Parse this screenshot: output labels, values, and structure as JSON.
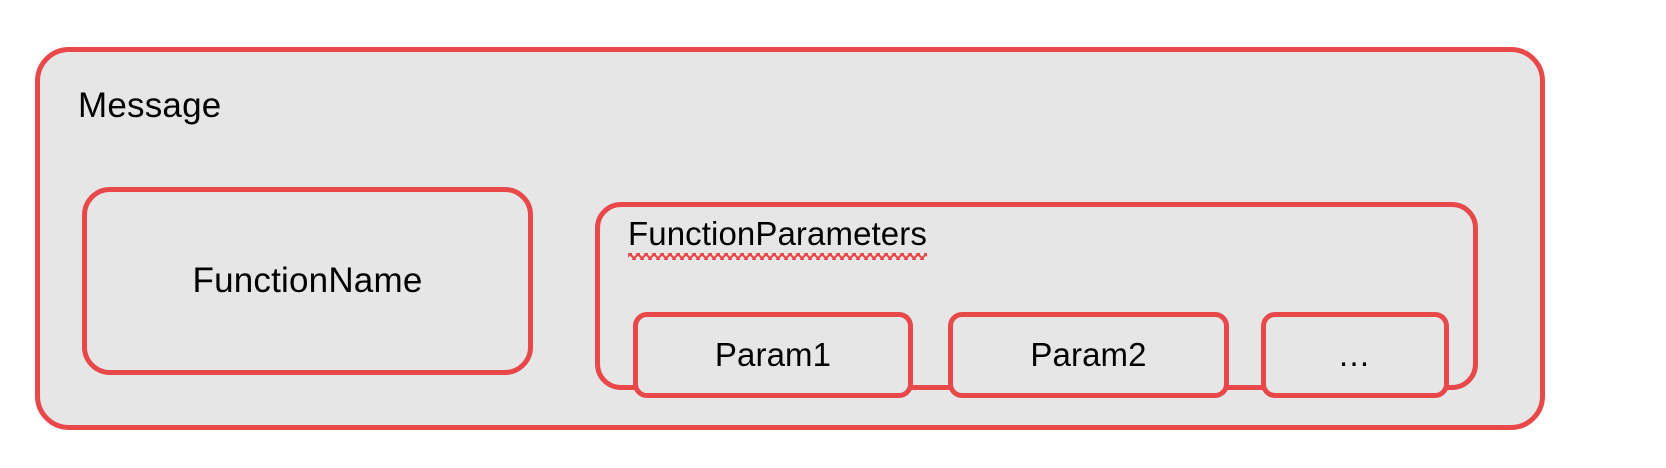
{
  "diagram": {
    "title": "Message",
    "type": "nested-block-diagram",
    "colors": {
      "border": "#e8484a",
      "fill": "#e6e6e6",
      "text": "#000000",
      "spellcheck": "#e8484a",
      "background": "#ffffff"
    },
    "message": {
      "label": "Message",
      "children": [
        {
          "label": "FunctionName",
          "kind": "block"
        },
        {
          "label": "FunctionParameters",
          "kind": "group",
          "spellcheck_flagged": true,
          "params": [
            {
              "label": "Param1"
            },
            {
              "label": "Param2"
            },
            {
              "label": "…"
            }
          ]
        }
      ]
    }
  }
}
